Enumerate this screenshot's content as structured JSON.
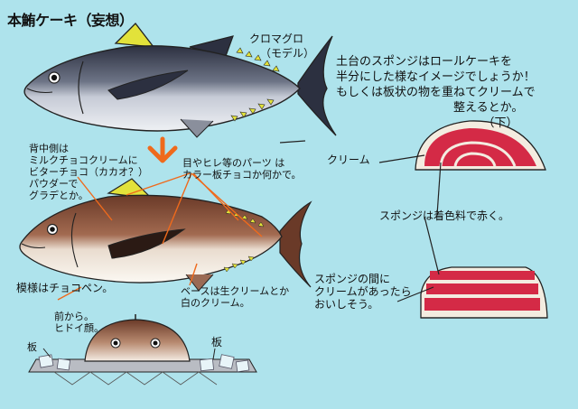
{
  "title": "本鮪ケーキ（妄想）",
  "labels": {
    "kuro_maguro": "クロマグロ",
    "model": "（モデル）",
    "sponge_note": "土台のスポンジはロールケーキを\n半分にした様なイメージでしょうか！\nもしくは板状の物を重ねてクリームで\n　　　　　　　　　　整えるとか。\n　　　　　　　　　　　　　（下）",
    "back_side": "背中側は\nミルクチョコクリームに\nビターチョコ（カカオ？）\nパウダーで\nグラデとか。",
    "fins": "目やヒレ等のパーツ は\nカラー板チョコか何かで。",
    "pattern": "模様はチョコペン。",
    "base": "ベースは生クリームとか\n白のクリーム。",
    "cream": "クリーム",
    "sponge_red": "スポンジは着色料で赤く。",
    "cream_between": "スポンジの間に\nクリームがあったら\nおいしそう。",
    "front_view": "前から。\nヒドイ顔。",
    "board_right": "板",
    "board_left": "板"
  },
  "colors": {
    "background": "#aee3ec",
    "tuna_back": "#2c3040",
    "tuna_belly": "#dfe2ea",
    "fin_yellow": "#e2e23a",
    "cake_brown": "#7a4a36",
    "sponge_red": "#d42a46",
    "cream": "#f3ece0",
    "accent_orange": "#ef6a1c"
  }
}
